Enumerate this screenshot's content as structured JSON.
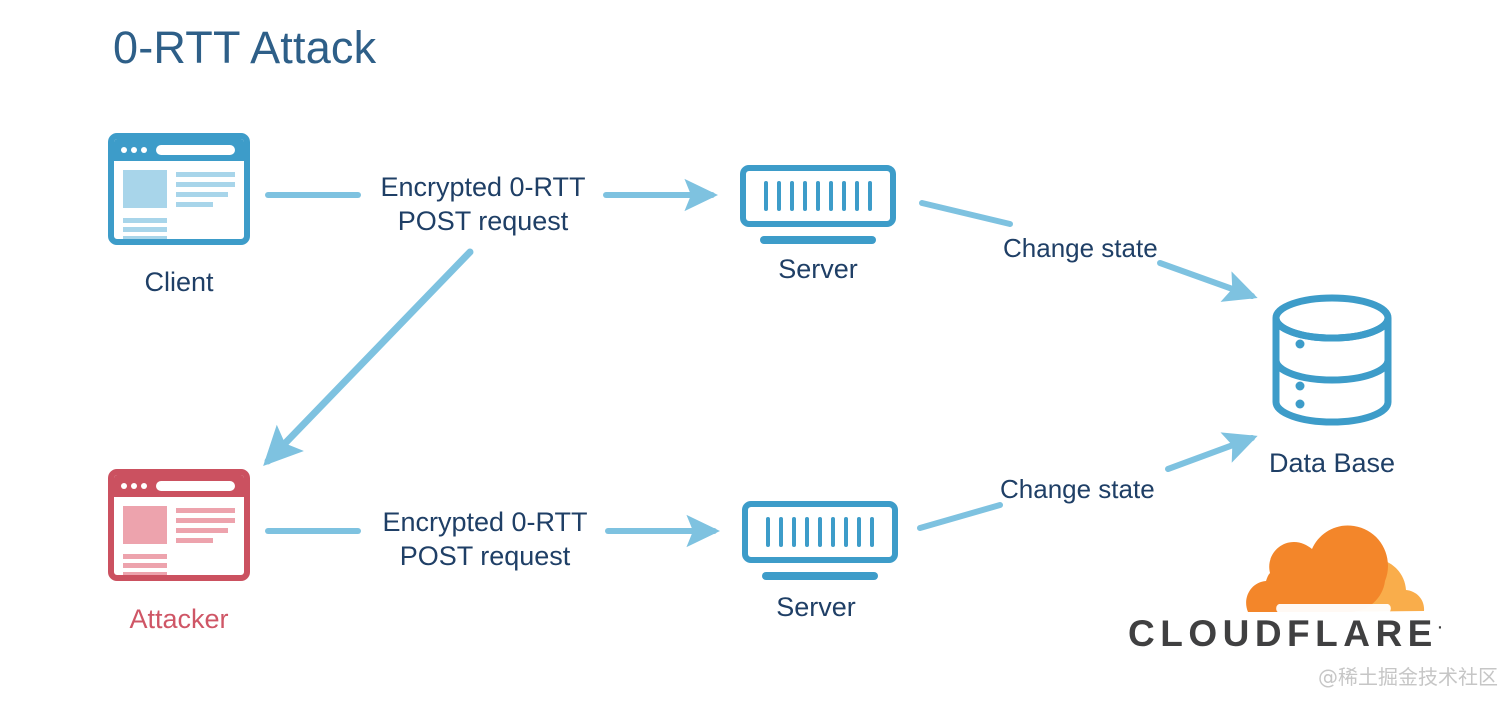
{
  "title": "0-RTT Attack",
  "colors": {
    "title_blue": "#2e5f88",
    "icon_blue": "#3d9cc9",
    "arrow_blue": "#7ec2e0",
    "text_navy": "#1f3f66",
    "danger_red": "#cb5160",
    "danger_label": "#cf5666",
    "cloudflare_orange": "#f3862a",
    "cloudflare_orange_light": "#f9ad4b",
    "wordmark_gray": "#404041",
    "watermark_gray": "#c6c6c6"
  },
  "nodes": {
    "client": {
      "label": "Client",
      "icon": "browser-window-icon"
    },
    "attacker": {
      "label": "Attacker",
      "icon": "browser-window-icon"
    },
    "server_top": {
      "label": "Server",
      "icon": "server-rack-icon"
    },
    "server_bottom": {
      "label": "Server",
      "icon": "server-rack-icon"
    },
    "database": {
      "label": "Data Base",
      "icon": "database-cylinder-icon"
    }
  },
  "flows": {
    "client_to_server": {
      "line1": "Encrypted 0-RTT",
      "line2": "POST request",
      "arrow": "arrow-right-icon"
    },
    "attacker_to_server": {
      "line1": "Encrypted 0-RTT",
      "line2": "POST request",
      "arrow": "arrow-right-icon"
    },
    "server_top_to_db": {
      "label": "Change state",
      "arrow": "arrow-down-right-icon"
    },
    "server_bottom_to_db": {
      "label": "Change state",
      "arrow": "arrow-up-right-icon"
    },
    "client_to_attacker": {
      "label": "",
      "arrow": "arrow-down-left-icon"
    }
  },
  "branding": {
    "logo_icon": "cloudflare-cloud-icon",
    "wordmark": "CLOUDFLARE",
    "trademark": "·"
  },
  "watermark": "@稀土掘金技术社区"
}
